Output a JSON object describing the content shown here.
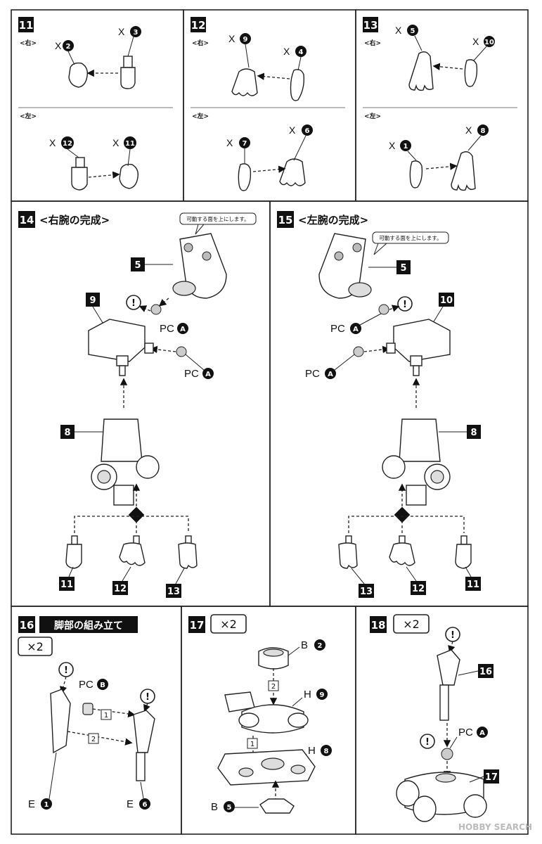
{
  "steps": {
    "s11": {
      "num": "11",
      "right_label": "<右>",
      "left_label": "<左>",
      "r_a": "X",
      "r_a_circ": "2",
      "r_b": "X",
      "r_b_circ": "3",
      "l_a": "X",
      "l_a_circ": "12",
      "l_b": "X",
      "l_b_circ": "11"
    },
    "s12": {
      "num": "12",
      "right_label": "<右>",
      "left_label": "<左>",
      "r_a": "X",
      "r_a_circ": "9",
      "r_b": "X",
      "r_b_circ": "4",
      "l_a": "X",
      "l_a_circ": "7",
      "l_b": "X",
      "l_b_circ": "6"
    },
    "s13": {
      "num": "13",
      "right_label": "<右>",
      "left_label": "<左>",
      "r_a": "X",
      "r_a_circ": "5",
      "r_b": "X",
      "r_b_circ": "10",
      "l_a": "X",
      "l_a_circ": "1",
      "l_b": "X",
      "l_b_circ": "8"
    },
    "s14": {
      "num": "14",
      "title": "<右腕の完成>",
      "note": "可動する面を上にします。",
      "p5": "5",
      "p9": "9",
      "p8": "8",
      "pc1": "PC",
      "pc1_circ": "A",
      "pc2": "PC",
      "pc2_circ": "A",
      "h1": "11",
      "h2": "12",
      "h3": "13"
    },
    "s15": {
      "num": "15",
      "title": "<左腕の完成>",
      "note": "可動する面を上にします。",
      "p5": "5",
      "p10": "10",
      "p8": "8",
      "pc1": "PC",
      "pc1_circ": "A",
      "pc2": "PC",
      "pc2_circ": "A",
      "h1": "13",
      "h2": "12",
      "h3": "11"
    },
    "s16": {
      "num": "16",
      "title": "脚部の組み立て",
      "mult": "×2",
      "pcb": "PC",
      "pcb_circ": "B",
      "step1": "1",
      "step2": "2",
      "e1": "E",
      "e1_circ": "1",
      "e6": "E",
      "e6_circ": "6",
      "caution": "!"
    },
    "s17": {
      "num": "17",
      "mult": "×2",
      "b2": "B",
      "b2_circ": "2",
      "h9": "H",
      "h9_circ": "9",
      "h8": "H",
      "h8_circ": "8",
      "b5": "B",
      "b5_circ": "5",
      "step1": "1",
      "step2": "2"
    },
    "s18": {
      "num": "18",
      "mult": "×2",
      "p16": "16",
      "p17": "17",
      "pca": "PC",
      "pca_circ": "A",
      "caution": "!"
    }
  },
  "watermark": "HOBBY SEARCH",
  "icons": [
    "caution-icon",
    "pivot-icon",
    "arrow-icon"
  ]
}
